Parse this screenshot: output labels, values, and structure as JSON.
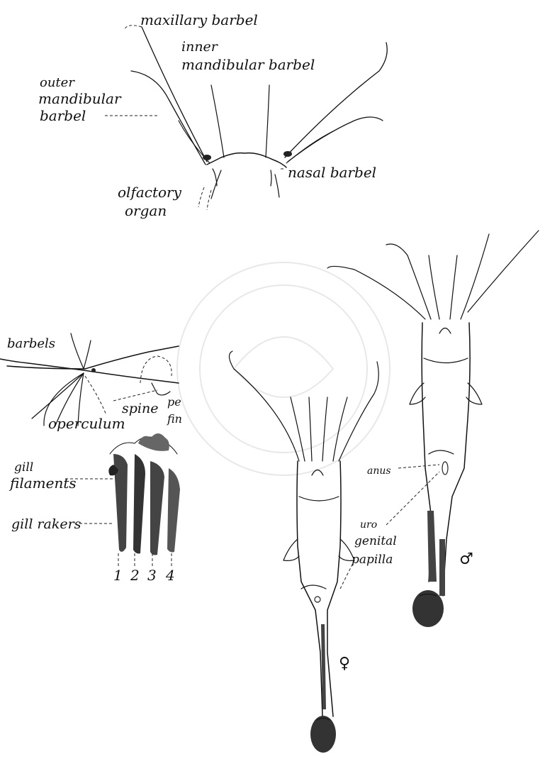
{
  "head": {
    "maxillary_barbel": "maxillary barbel",
    "inner_mandibular_1": "inner",
    "inner_mandibular_2": "mandibular barbel",
    "outer_mandibular_1": "outer",
    "outer_mandibular_2": "mandibular",
    "outer_mandibular_3": "barbel",
    "nasal_barbel": "nasal barbel",
    "olfactory_1": "olfactory",
    "olfactory_2": "organ"
  },
  "side": {
    "barbels": "barbels",
    "spine": "spine",
    "pectoral_1": "pe",
    "pectoral_2": "fin",
    "operculum": "operculum"
  },
  "gill": {
    "filaments_1": "gill",
    "filaments_2": "filaments",
    "rakers": "gill rakers",
    "numbers": [
      "1",
      "2",
      "3",
      "4"
    ]
  },
  "ventral": {
    "anus": "anus",
    "urogenital_1": "uro",
    "urogenital_2": "genital",
    "urogenital_3": "papilla",
    "female_symbol": "♀",
    "male_symbol": "♂"
  }
}
